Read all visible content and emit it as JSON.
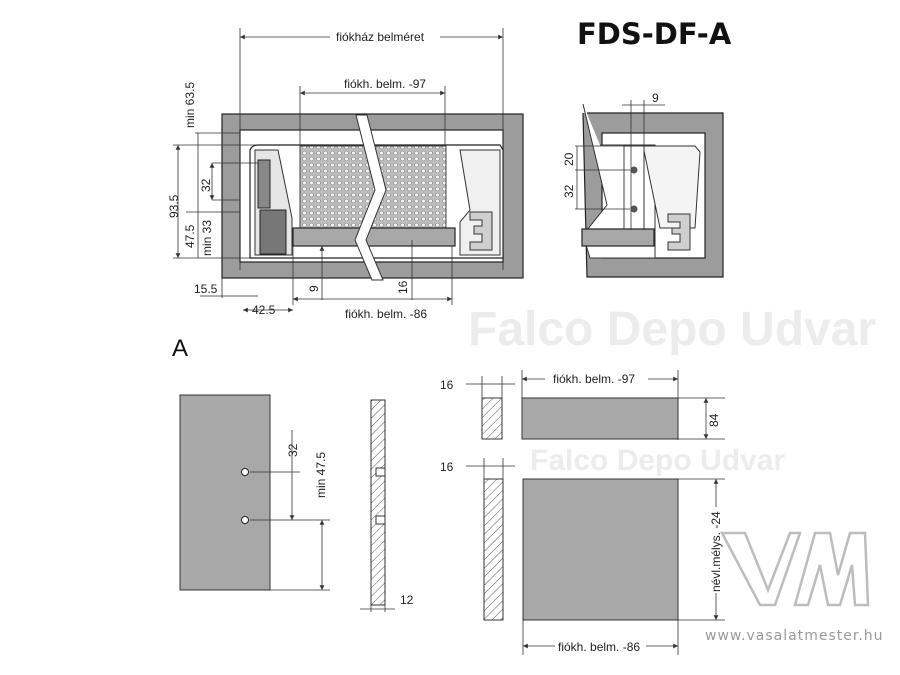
{
  "title": "FDS-DF-A",
  "watermark": "Falco Depo Udvar",
  "brand": {
    "logo": "VM",
    "url": "www.vasalatmester.hu"
  },
  "section_label": "A",
  "top_view": {
    "cabinet_inner": "fiókház belméret",
    "drawer_inner_97": "fiókh. belm. -97",
    "drawer_inner_86": "fiókh. belm. -86",
    "min_63_5": "min 63.5",
    "d_93_5": "93.5",
    "d_32": "32",
    "d_47_5": "47.5",
    "min_33": "min 33",
    "d_15_5": "15.5",
    "d_42_5": "42.5",
    "d_9": "9",
    "d_16": "16"
  },
  "side_view": {
    "d_9": "9",
    "d_20": "20",
    "d_32": "32"
  },
  "front_panel": {
    "d_32": "32",
    "min_47_5": "min 47.5",
    "d_12": "12"
  },
  "panels": {
    "thickness_back": "16",
    "back_width": "fiókh. belm. -97",
    "back_height": "84",
    "thickness_bottom": "16",
    "bottom_depth": "névl.mélys. -24",
    "bottom_width": "fiókh. belm. -86"
  },
  "colors": {
    "panel": "#a8a8a8",
    "frame": "#9c9c9c",
    "line": "#222222"
  }
}
